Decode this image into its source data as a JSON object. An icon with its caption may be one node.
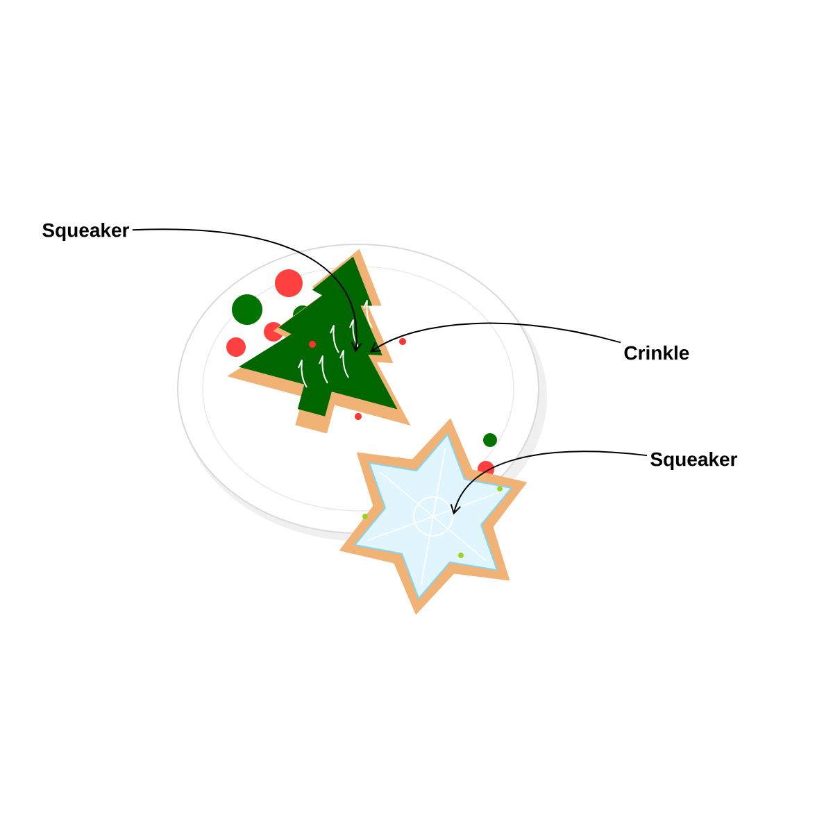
{
  "diagram": {
    "nodes": [
      {
        "text": [
          "Squeaker"
        ]
      },
      {
        "text": [
          "Crinkle"
        ]
      },
      {
        "text": [
          "Squeaker"
        ]
      },
      {
        "text": [],
        "shape": "picture"
      },
      {
        "text": [],
        "shape": "picture"
      }
    ],
    "edges": [
      {
        "from": 0,
        "to": 3,
        "arrow": "to"
      },
      {
        "from": 1,
        "to": 3,
        "arrow": "to"
      },
      {
        "from": 2,
        "to": 4,
        "arrow": "to"
      }
    ]
  }
}
